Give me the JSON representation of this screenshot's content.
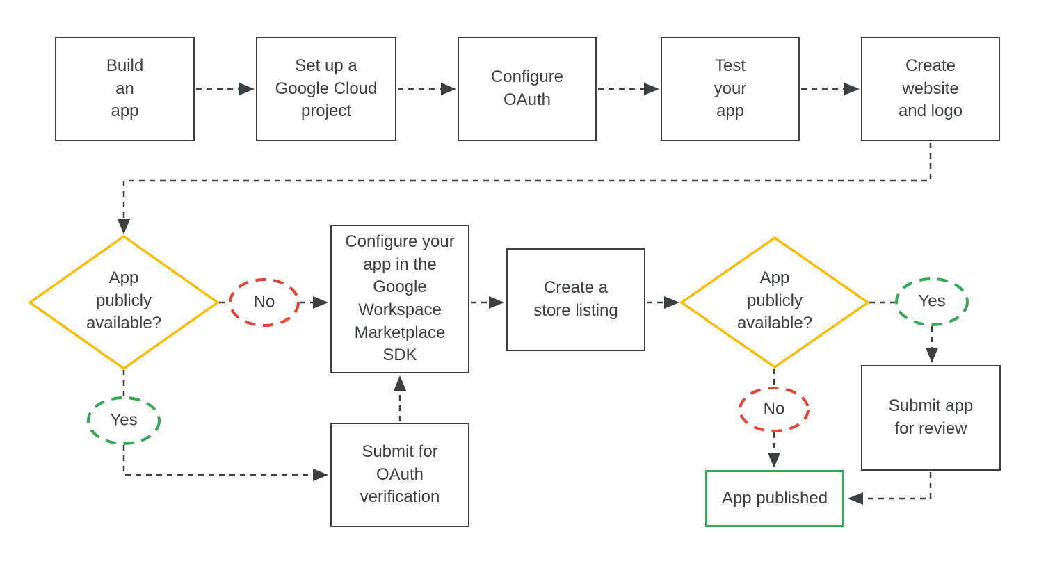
{
  "diagram": {
    "description": "Flowchart of app publishing workflow for the Google Workspace Marketplace"
  },
  "colors": {
    "line": "#3c4043",
    "box_border": "#3c4043",
    "text": "#3c4043",
    "decision_diamond": "#fbbc04",
    "yes_badge": "#34a853",
    "no_badge": "#ea4335",
    "published_border": "#34a853"
  },
  "nodes": {
    "build_app": {
      "label": "Build\nan\napp"
    },
    "setup_project": {
      "label": "Set up a\nGoogle Cloud\nproject"
    },
    "configure_oauth": {
      "label": "Configure\nOAuth"
    },
    "test_app": {
      "label": "Test\nyour\napp"
    },
    "create_website": {
      "label": "Create\nwebsite\nand logo"
    },
    "decision_left": {
      "label": "App\npublicly\navailable?"
    },
    "no_left": {
      "label": "No"
    },
    "yes_left": {
      "label": "Yes"
    },
    "configure_sdk": {
      "label": "Configure your\napp in the\nGoogle\nWorkspace\nMarketplace\nSDK"
    },
    "submit_oauth": {
      "label": "Submit for\nOAuth\nverification"
    },
    "create_listing": {
      "label": "Create a\nstore listing"
    },
    "decision_right": {
      "label": "App\npublicly\navailable?"
    },
    "yes_right": {
      "label": "Yes"
    },
    "no_right": {
      "label": "No"
    },
    "submit_review": {
      "label": "Submit app\nfor review"
    },
    "app_published": {
      "label": "App published"
    }
  },
  "edges": [
    {
      "from": "build_app",
      "to": "setup_project"
    },
    {
      "from": "setup_project",
      "to": "configure_oauth"
    },
    {
      "from": "configure_oauth",
      "to": "test_app"
    },
    {
      "from": "test_app",
      "to": "create_website"
    },
    {
      "from": "create_website",
      "to": "decision_left"
    },
    {
      "from": "decision_left",
      "to": "configure_sdk",
      "via": "No"
    },
    {
      "from": "decision_left",
      "to": "submit_oauth",
      "via": "Yes"
    },
    {
      "from": "submit_oauth",
      "to": "configure_sdk"
    },
    {
      "from": "configure_sdk",
      "to": "create_listing"
    },
    {
      "from": "create_listing",
      "to": "decision_right"
    },
    {
      "from": "decision_right",
      "to": "submit_review",
      "via": "Yes"
    },
    {
      "from": "decision_right",
      "to": "app_published",
      "via": "No"
    },
    {
      "from": "submit_review",
      "to": "app_published"
    }
  ]
}
